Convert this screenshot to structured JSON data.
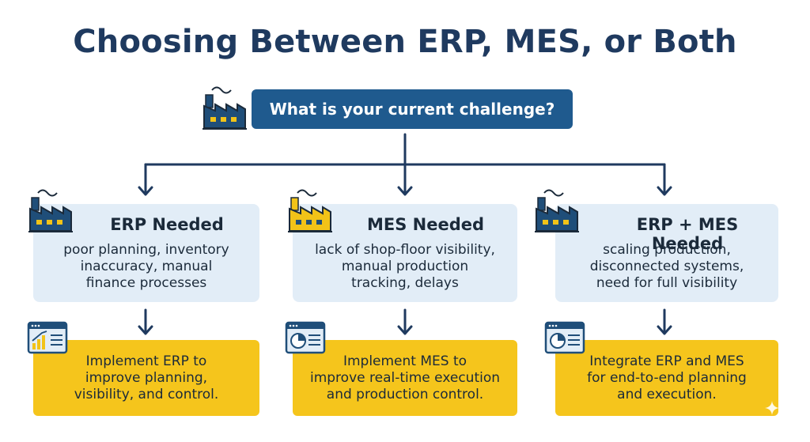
{
  "title": "Choosing Between ERP, MES, or Both",
  "question": "What is your current challenge?",
  "colors": {
    "title": "#1f3a5f",
    "question_bg": "#1f5a8e",
    "need_bg": "#e2edf7",
    "action_bg": "#f5c51c",
    "connector": "#1f3a5f",
    "factory_navy": "#1f4e79",
    "factory_yellow": "#f2c318"
  },
  "paths": [
    {
      "need_title": "ERP Needed",
      "need_lines": [
        "poor planning, inventory",
        "inaccuracy, manual",
        "finance processes"
      ],
      "action_lines": [
        "Implement ERP to",
        "improve planning,",
        "visibility, and control."
      ],
      "factory_icon": "factory-navy-icon",
      "dashboard_icon": "bar-chart-dashboard-icon"
    },
    {
      "need_title": "MES Needed",
      "need_lines": [
        "lack of shop-floor visibility,",
        "manual production",
        "tracking, delays"
      ],
      "action_lines": [
        "Implement MES to",
        "improve real-time execution",
        "and production control."
      ],
      "factory_icon": "factory-yellow-icon",
      "dashboard_icon": "pie-chart-dashboard-icon"
    },
    {
      "need_title": "ERP + MES Needed",
      "need_lines": [
        "scaling production,",
        "disconnected systems,",
        "need for full visibility"
      ],
      "action_lines": [
        "Integrate ERP and MES",
        "for end-to-end planning",
        "and execution."
      ],
      "factory_icon": "factory-navy-icon",
      "dashboard_icon": "pie-chart-dashboard-icon"
    }
  ]
}
